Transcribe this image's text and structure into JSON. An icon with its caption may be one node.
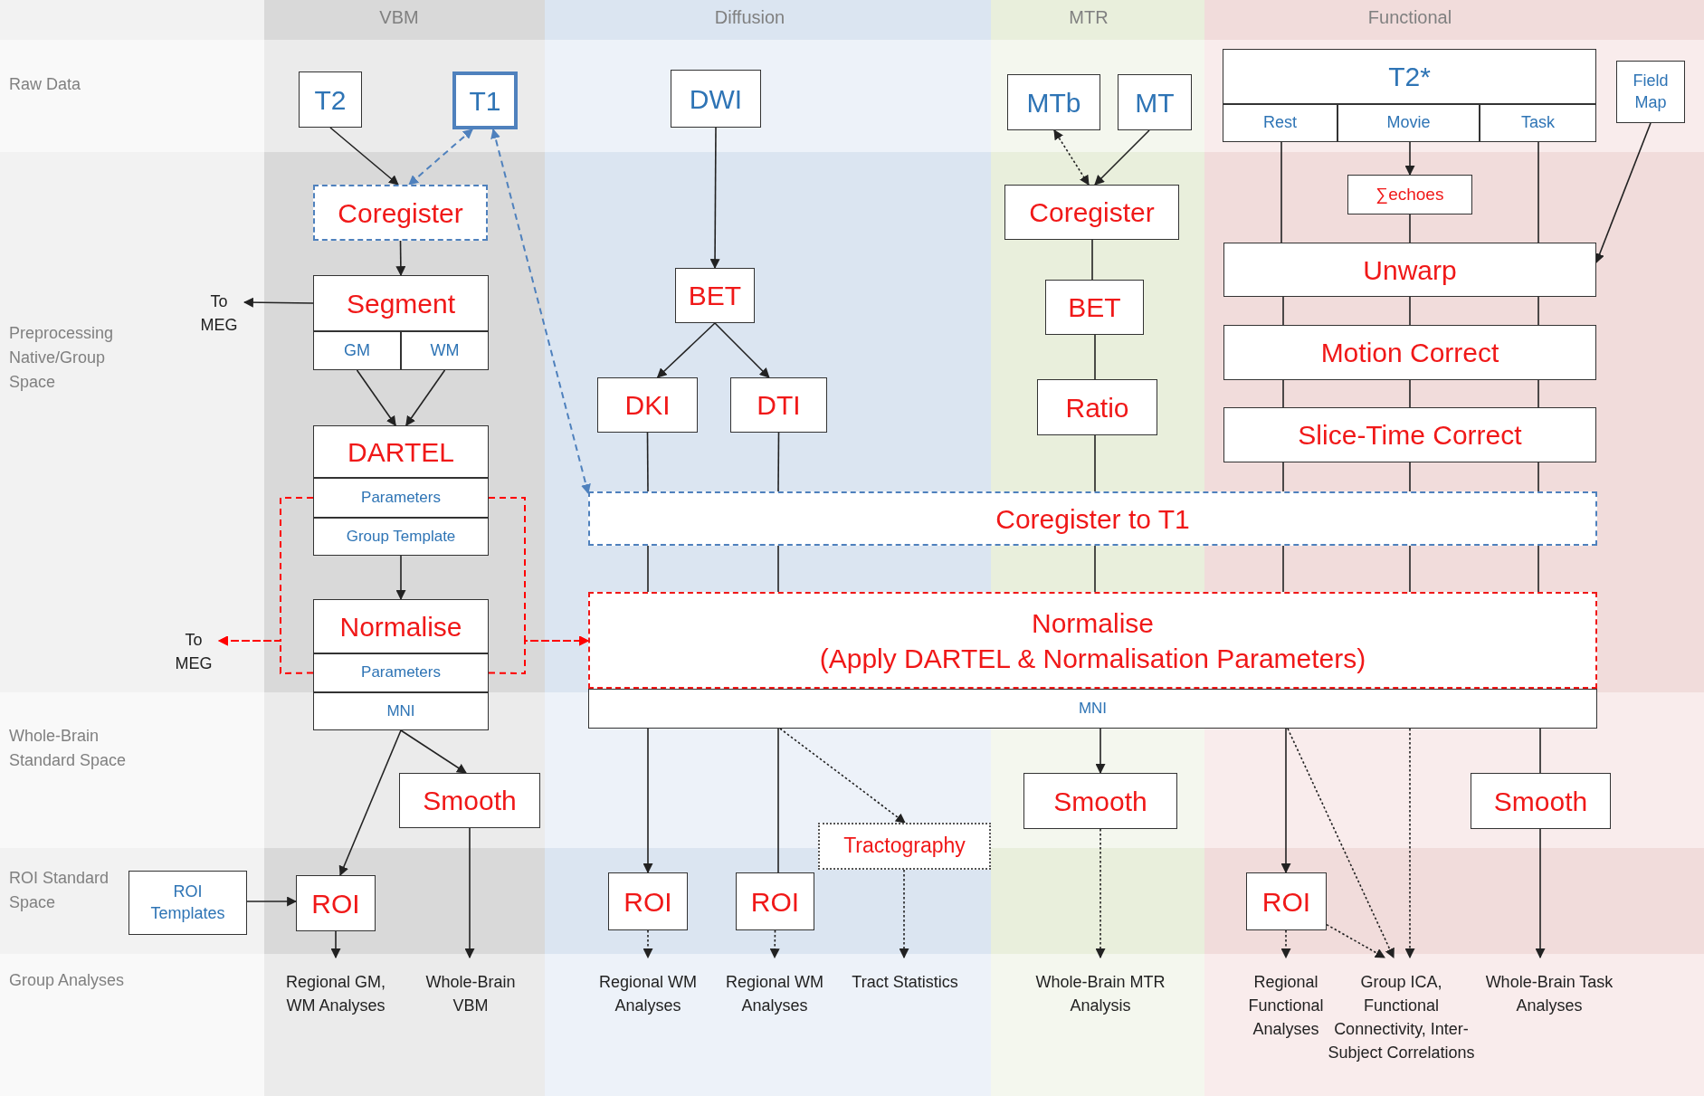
{
  "diagram": {
    "nodes": [
      {
        "text": [
          "T2"
        ]
      },
      {
        "text": [
          "T1"
        ]
      },
      {
        "text": [
          "Coregister"
        ]
      },
      {
        "text": [
          "Segment"
        ]
      },
      {
        "text": [
          "GM"
        ]
      },
      {
        "text": [
          "WM"
        ]
      },
      {
        "text": [
          "DARTEL"
        ]
      },
      {
        "text": [
          "Parameters"
        ]
      },
      {
        "text": [
          "Group Template"
        ]
      },
      {
        "text": [
          "Normalise"
        ]
      },
      {
        "text": [
          "Parameters"
        ]
      },
      {
        "text": [
          "MNI"
        ]
      },
      {
        "text": [
          "To MEG"
        ]
      },
      {
        "text": [
          "To MEG"
        ]
      },
      {
        "text": [
          "Smooth"
        ]
      },
      {
        "text": [
          "ROI Templates"
        ]
      },
      {
        "text": [
          "ROI"
        ]
      },
      {
        "text": [
          "Regional GM, WM Analyses"
        ]
      },
      {
        "text": [
          "Whole-Brain VBM"
        ]
      },
      {
        "text": [
          "DWI"
        ]
      },
      {
        "text": [
          "BET"
        ]
      },
      {
        "text": [
          "DKI"
        ]
      },
      {
        "text": [
          "DTI"
        ]
      },
      {
        "text": [
          "Coregister to T1"
        ]
      },
      {
        "text": [
          "Normalise",
          "(Apply DARTEL & Normalisation Parameters)"
        ]
      },
      {
        "text": [
          "MNI"
        ]
      },
      {
        "text": [
          "Tractography"
        ]
      },
      {
        "text": [
          "ROI"
        ]
      },
      {
        "text": [
          "ROI"
        ]
      },
      {
        "text": [
          "Regional WM Analyses"
        ]
      },
      {
        "text": [
          "Regional WM Analyses"
        ]
      },
      {
        "text": [
          "Tract Statistics"
        ]
      },
      {
        "text": [
          "MTb"
        ]
      },
      {
        "text": [
          "MT"
        ]
      },
      {
        "text": [
          "Coregister"
        ]
      },
      {
        "text": [
          "BET"
        ]
      },
      {
        "text": [
          "Ratio"
        ]
      },
      {
        "text": [
          "Smooth"
        ]
      },
      {
        "text": [
          "Whole-Brain MTR Analysis"
        ]
      },
      {
        "text": [
          "T2*"
        ]
      },
      {
        "text": [
          "Rest"
        ]
      },
      {
        "text": [
          "Movie"
        ]
      },
      {
        "text": [
          "Task"
        ]
      },
      {
        "text": [
          "Field Map"
        ]
      },
      {
        "text": [
          "∑echoes"
        ]
      },
      {
        "text": [
          "Unwarp"
        ]
      },
      {
        "text": [
          "Motion Correct"
        ]
      },
      {
        "text": [
          "Slice-Time Correct"
        ]
      },
      {
        "text": [
          "Smooth"
        ]
      },
      {
        "text": [
          "ROI"
        ]
      },
      {
        "text": [
          "Regional Functional Analyses"
        ]
      },
      {
        "text": [
          "Group ICA, Functional Connectivity, Inter-Subject Correlations"
        ]
      },
      {
        "text": [
          "Whole-Brain Task Analyses"
        ]
      }
    ],
    "edges": [
      {
        "from": 0,
        "to": 2,
        "arrow": "to"
      },
      {
        "from": 1,
        "to": 2,
        "arrow": "both",
        "style": "dashed",
        "color": "#4f81bd"
      },
      {
        "from": 1,
        "to": 23,
        "arrow": "both",
        "style": "dashed",
        "color": "#4f81bd"
      },
      {
        "from": 2,
        "to": 3,
        "arrow": "to"
      },
      {
        "from": 3,
        "to": 12,
        "arrow": "to"
      },
      {
        "from": 4,
        "to": 6,
        "arrow": "to"
      },
      {
        "from": 5,
        "to": 6,
        "arrow": "to"
      },
      {
        "from": 8,
        "to": 9,
        "arrow": "to"
      },
      {
        "from": 7,
        "to": 13,
        "arrow": "to",
        "style": "dashed",
        "color": "#ff0000"
      },
      {
        "from": 10,
        "to": 13,
        "arrow": "to",
        "style": "dashed",
        "color": "#ff0000"
      },
      {
        "from": 7,
        "to": 24,
        "arrow": "to",
        "style": "dashed",
        "color": "#ff0000"
      },
      {
        "from": 10,
        "to": 24,
        "arrow": "to",
        "style": "dashed",
        "color": "#ff0000"
      },
      {
        "from": 11,
        "to": 16,
        "arrow": "to"
      },
      {
        "from": 11,
        "to": 14,
        "arrow": "to"
      },
      {
        "from": 15,
        "to": 16,
        "arrow": "to"
      },
      {
        "from": 16,
        "to": 17,
        "arrow": "to"
      },
      {
        "from": 14,
        "to": 18,
        "arrow": "to"
      },
      {
        "from": 19,
        "to": 20,
        "arrow": "to"
      },
      {
        "from": 20,
        "to": 21,
        "arrow": "to"
      },
      {
        "from": 20,
        "to": 22,
        "arrow": "to"
      },
      {
        "from": 21,
        "to": 23,
        "arrow": "none"
      },
      {
        "from": 22,
        "to": 23,
        "arrow": "none"
      },
      {
        "from": 23,
        "to": 24,
        "arrow": "none"
      },
      {
        "from": 23,
        "to": 24,
        "arrow": "none"
      },
      {
        "from": 23,
        "to": 24,
        "arrow": "none"
      },
      {
        "from": 23,
        "to": 24,
        "arrow": "none"
      },
      {
        "from": 23,
        "to": 24,
        "arrow": "none"
      },
      {
        "from": 23,
        "to": 24,
        "arrow": "none"
      },
      {
        "from": 25,
        "to": 27,
        "arrow": "to"
      },
      {
        "from": 25,
        "to": 28,
        "arrow": "none"
      },
      {
        "from": 25,
        "to": 26,
        "arrow": "to",
        "style": "dashed"
      },
      {
        "from": 27,
        "to": 29,
        "arrow": "to",
        "style": "dashed"
      },
      {
        "from": 28,
        "to": 30,
        "arrow": "to",
        "style": "dashed"
      },
      {
        "from": 26,
        "to": 31,
        "arrow": "to",
        "style": "dashed"
      },
      {
        "from": 32,
        "to": 34,
        "arrow": "both",
        "style": "dashed"
      },
      {
        "from": 33,
        "to": 34,
        "arrow": "to"
      },
      {
        "from": 34,
        "to": 35,
        "arrow": "none"
      },
      {
        "from": 35,
        "to": 36,
        "arrow": "none"
      },
      {
        "from": 36,
        "to": 23,
        "arrow": "none"
      },
      {
        "from": 25,
        "to": 37,
        "arrow": "to"
      },
      {
        "from": 37,
        "to": 38,
        "arrow": "to",
        "style": "dashed"
      },
      {
        "from": 40,
        "to": 45,
        "arrow": "none"
      },
      {
        "from": 41,
        "to": 44,
        "arrow": "to"
      },
      {
        "from": 44,
        "to": 45,
        "arrow": "none"
      },
      {
        "from": 42,
        "to": 45,
        "arrow": "none"
      },
      {
        "from": 43,
        "to": 45,
        "arrow": "to"
      },
      {
        "from": 45,
        "to": 46,
        "arrow": "none"
      },
      {
        "from": 45,
        "to": 46,
        "arrow": "none"
      },
      {
        "from": 45,
        "to": 46,
        "arrow": "none"
      },
      {
        "from": 46,
        "to": 47,
        "arrow": "none"
      },
      {
        "from": 46,
        "to": 47,
        "arrow": "none"
      },
      {
        "from": 46,
        "to": 47,
        "arrow": "none"
      },
      {
        "from": 47,
        "to": 23,
        "arrow": "none"
      },
      {
        "from": 47,
        "to": 23,
        "arrow": "none"
      },
      {
        "from": 47,
        "to": 23,
        "arrow": "none"
      },
      {
        "from": 25,
        "to": 49,
        "arrow": "to"
      },
      {
        "from": 25,
        "to": 51,
        "arrow": "to",
        "style": "dashed"
      },
      {
        "from": 25,
        "to": 51,
        "arrow": "to",
        "style": "dashed"
      },
      {
        "from": 25,
        "to": 48,
        "arrow": "none"
      },
      {
        "from": 48,
        "to": 52,
        "arrow": "to"
      },
      {
        "from": 49,
        "to": 50,
        "arrow": "to",
        "style": "dashed"
      },
      {
        "from": 49,
        "to": 51,
        "arrow": "to",
        "style": "dashed"
      }
    ],
    "labels": [
      "VBM",
      "Diffusion",
      "MTR",
      "Functional",
      "Raw Data",
      "Preprocessing Native/Group Space",
      "Whole-Brain Standard Space",
      "ROI Standard Space",
      "Group Analyses"
    ]
  }
}
